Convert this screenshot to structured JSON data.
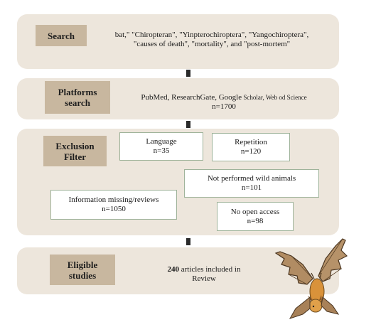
{
  "search": {
    "label": "Search",
    "terms_line1": "bat,\" \"Chiropteran\", \"Yinpterochiroptera\", \"Yangochiroptera\",",
    "terms_line2": "\"causes of death\", \"mortality\", and \"post-mortem\""
  },
  "platforms": {
    "label_line1": "Platforms",
    "label_line2": "search",
    "sources_main": "PubMed, ResearchGate, Google",
    "sources_small": " Scholar, Web od Science",
    "count": "n=1700"
  },
  "exclusion": {
    "label_line1": "Exclusion",
    "label_line2": "Filter",
    "boxes": [
      {
        "name": "Language",
        "n": "n=35"
      },
      {
        "name": "Repetition",
        "n": "n=120"
      },
      {
        "name": "Not performed wild animals",
        "n": "n=101"
      },
      {
        "name": "Information missing/reviews",
        "n": "n=1050"
      },
      {
        "name": "No open access",
        "n": "n=98"
      }
    ]
  },
  "eligible": {
    "label_line1": "Eligible",
    "label_line2": "studies",
    "count_bold": "240",
    "line1_rest": " articles included in",
    "line2": "Review"
  },
  "colors": {
    "panel": "#ede6dc",
    "tag": "#c8b79f",
    "box_border": "#9fb39a",
    "connector": "#2a2a2a"
  },
  "icons": [
    "bat-illustration"
  ]
}
